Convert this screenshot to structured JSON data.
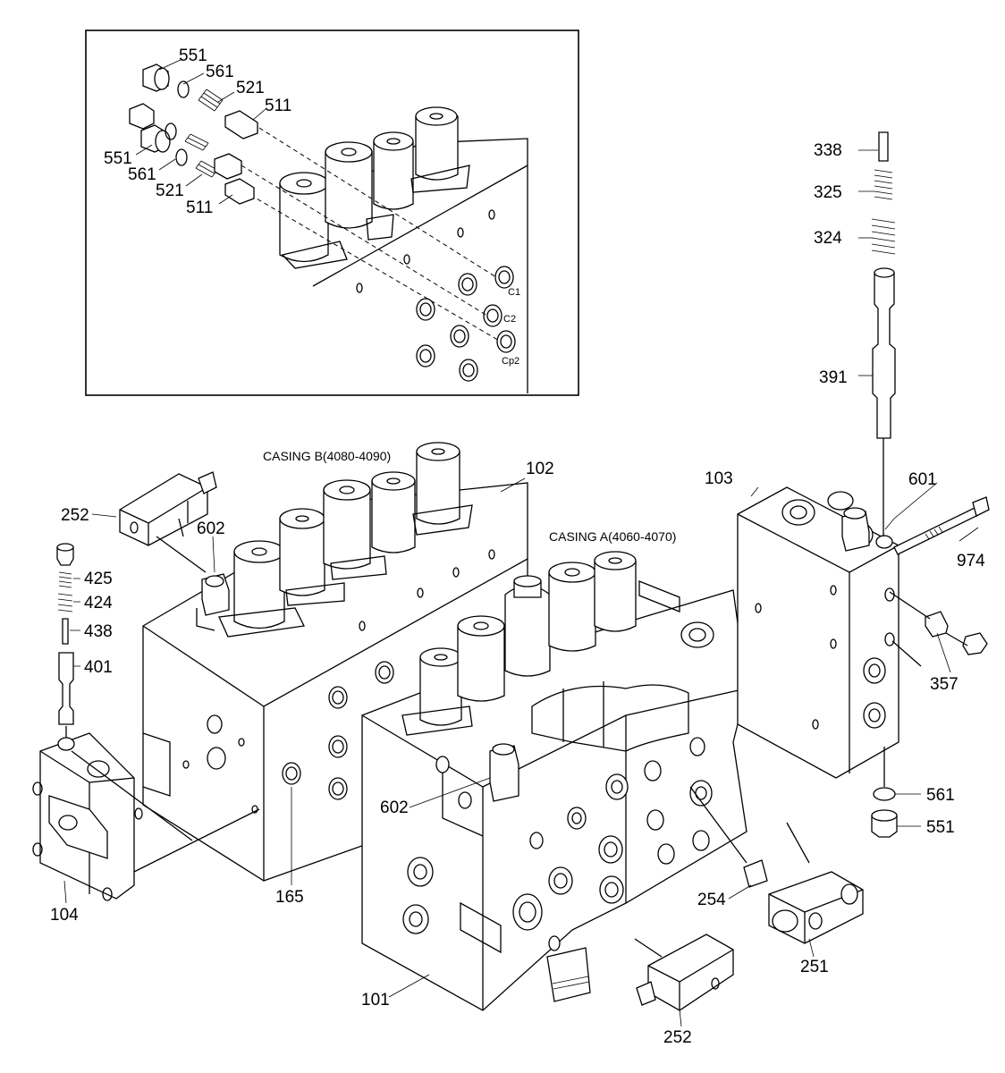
{
  "inset": {
    "labels": [
      "551",
      "561",
      "521",
      "511",
      "551",
      "561",
      "521",
      "511"
    ],
    "ports": [
      "C1",
      "C2",
      "Cp2"
    ]
  },
  "captions": {
    "casing_b": "CASING B(4080-4090)",
    "casing_a": "CASING A(4060-4070)"
  },
  "parts": {
    "p101": "101",
    "p102": "102",
    "p103": "103",
    "p104": "104",
    "p165": "165",
    "p251": "251",
    "p252_top": "252",
    "p252_bottom": "252",
    "p254": "254",
    "p324": "324",
    "p325": "325",
    "p338": "338",
    "p357": "357",
    "p391": "391",
    "p401": "401",
    "p424": "424",
    "p425": "425",
    "p438": "438",
    "p551": "551",
    "p561": "561",
    "p601": "601",
    "p602_top": "602",
    "p602_mid": "602",
    "p974": "974"
  }
}
